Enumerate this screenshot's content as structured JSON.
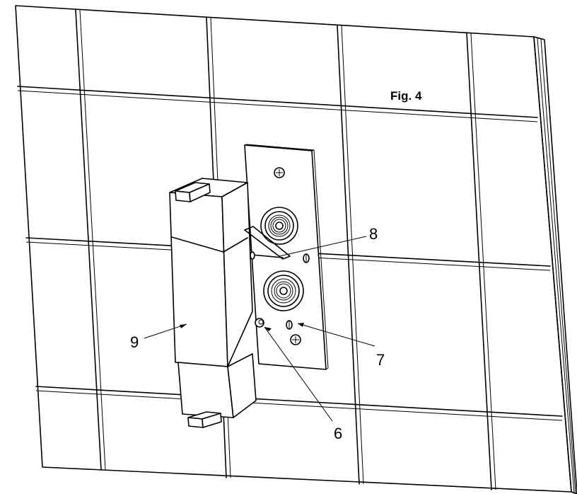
{
  "figure": {
    "title": "Fig. 4",
    "callouts": [
      {
        "id": "c6",
        "label": "6"
      },
      {
        "id": "c7",
        "label": "7"
      },
      {
        "id": "c8",
        "label": "8"
      },
      {
        "id": "c9",
        "label": "9"
      }
    ]
  },
  "colors": {
    "line": "#000000",
    "background": "#ffffff"
  }
}
